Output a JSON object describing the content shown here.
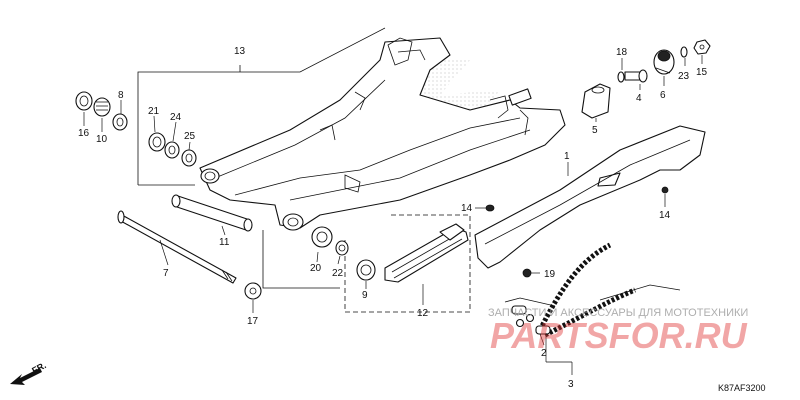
{
  "diagram": {
    "code": "K87AF3200",
    "front_label": "FR.",
    "watermark_text": "ЗАПЧАСТИ И АКСЕССУАРЫ ДЛЯ МОТОТЕХНИКИ",
    "watermark_logo": "PARTSFOR.RU",
    "callouts": {
      "c1": "1",
      "c2": "2",
      "c3": "3",
      "c4": "4",
      "c5": "5",
      "c6": "6",
      "c7": "7",
      "c8": "8",
      "c9": "9",
      "c10": "10",
      "c11": "11",
      "c12": "12",
      "c13": "13",
      "c14a": "14",
      "c14b": "14",
      "c15": "15",
      "c16": "16",
      "c17": "17",
      "c18": "18",
      "c19": "19",
      "c20": "20",
      "c21": "21",
      "c22": "22",
      "c23": "23",
      "c24": "24",
      "c25": "25"
    }
  }
}
